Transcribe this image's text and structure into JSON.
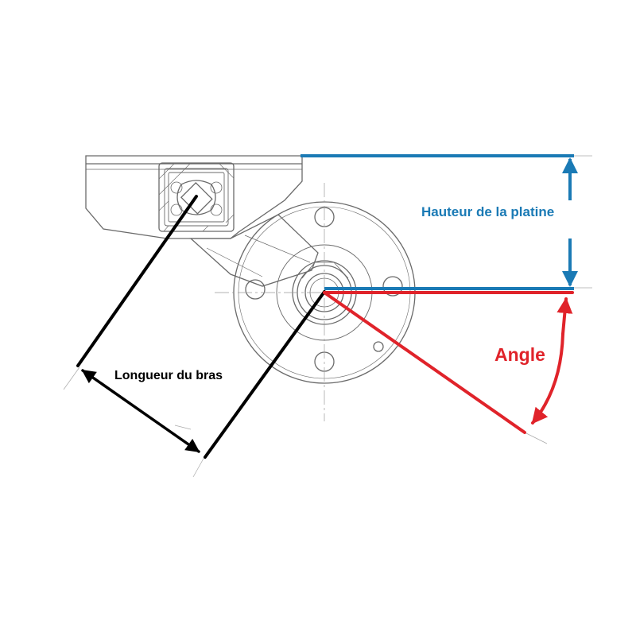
{
  "labels": {
    "plate_height": "Hauteur de la platine",
    "arm_length": "Longueur du bras",
    "angle": "Angle"
  },
  "colors": {
    "plate_height": "#1a7ab5",
    "arm_length": "#000000",
    "angle": "#e0232a",
    "drawing": "#6a6a6a"
  }
}
